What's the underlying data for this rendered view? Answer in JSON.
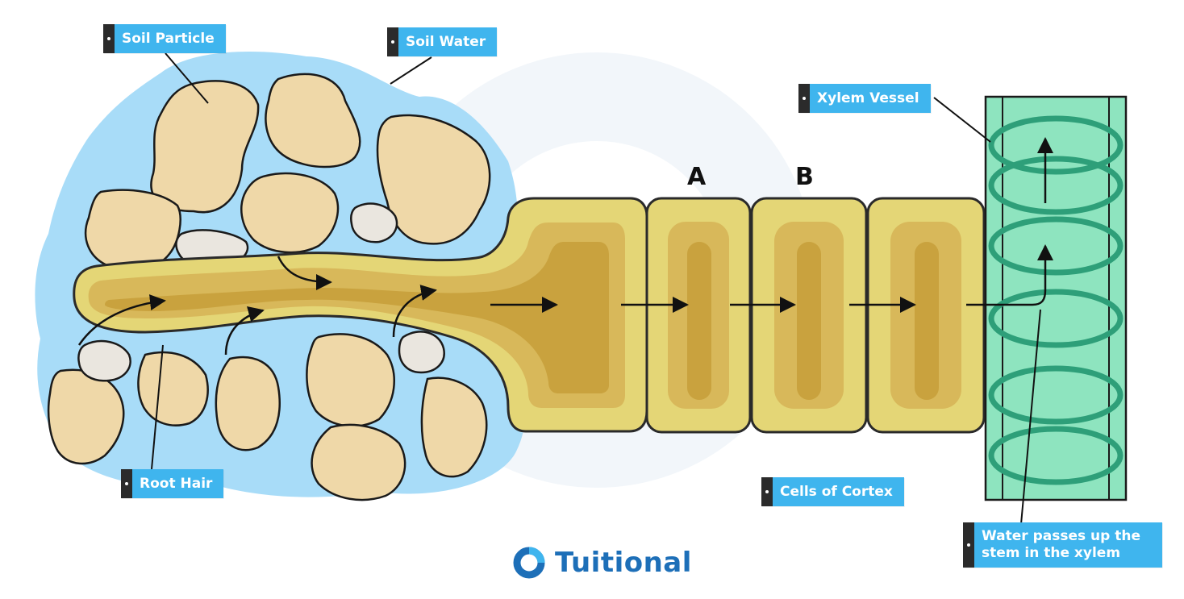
{
  "labels": {
    "soil_particle": "Soil Particle",
    "soil_water": "Soil Water",
    "xylem_vessel": "Xylem Vessel",
    "root_hair": "Root Hair",
    "cells_of_cortex": "Cells of Cortex",
    "water_passes": "Water passes up the stem in the xylem",
    "cell_a": "A",
    "cell_b": "B"
  },
  "brand": {
    "name": "Tuitional"
  },
  "colors": {
    "soil_water": "#a8dcf8",
    "soil_particle": "#efd8a8",
    "root_outer": "#e4d676",
    "root_mid": "#d8b85a",
    "root_inner": "#c9a23e",
    "xylem_fill": "#8ee4bf",
    "xylem_ring": "#2e9f79",
    "callout_bg": "#3fb5ee",
    "brand": "#1d6fb8"
  }
}
